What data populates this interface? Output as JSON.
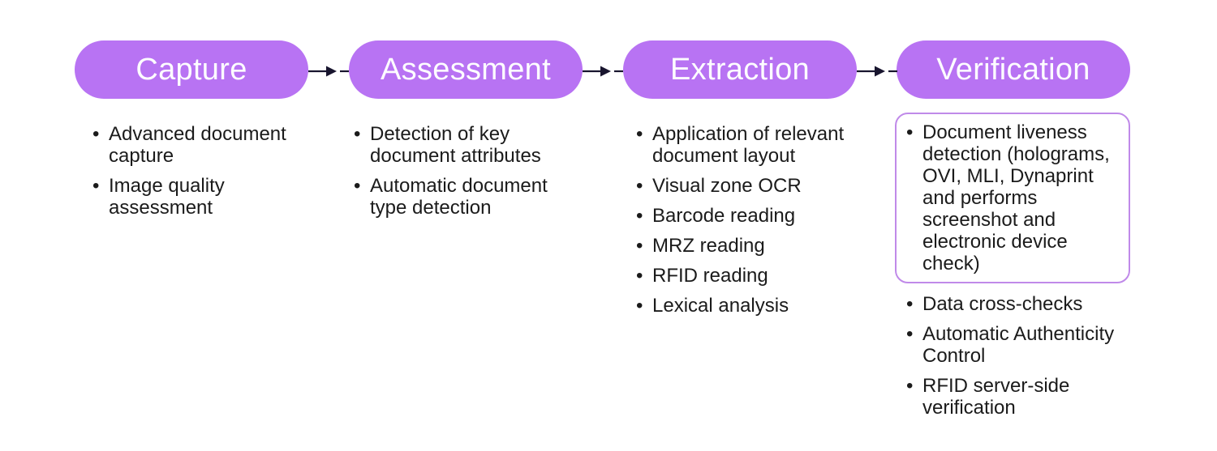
{
  "diagram": {
    "bullet_char": "•",
    "colors": {
      "pill_background": "#b873f3",
      "pill_text": "#fdfdff",
      "arrow": "#18152e",
      "body_text": "#1b1b1b",
      "highlight_border": "#c08ae9",
      "page_background": "#ffffff"
    },
    "stages": [
      {
        "title": "Capture",
        "items": [
          {
            "text": "Advanced document capture"
          },
          {
            "text": "Image quality assessment"
          }
        ]
      },
      {
        "title": "Assessment",
        "items": [
          {
            "text": "Detection of key document attributes"
          },
          {
            "text": "Automatic document type detection"
          }
        ]
      },
      {
        "title": "Extraction",
        "items": [
          {
            "text": "Application of relevant document layout"
          },
          {
            "text": "Visual zone OCR"
          },
          {
            "text": "Barcode reading"
          },
          {
            "text": "MRZ reading"
          },
          {
            "text": "RFID reading"
          },
          {
            "text": "Lexical analysis"
          }
        ]
      },
      {
        "title": "Verification",
        "items": [
          {
            "text": "Document liveness detection (holograms, OVI, MLI, Dynaprint and performs screenshot and electronic device check)",
            "highlighted": true
          },
          {
            "text": "Data cross-checks"
          },
          {
            "text": "Automatic Authenticity Control"
          },
          {
            "text": "RFID server-side verification"
          }
        ]
      }
    ]
  }
}
